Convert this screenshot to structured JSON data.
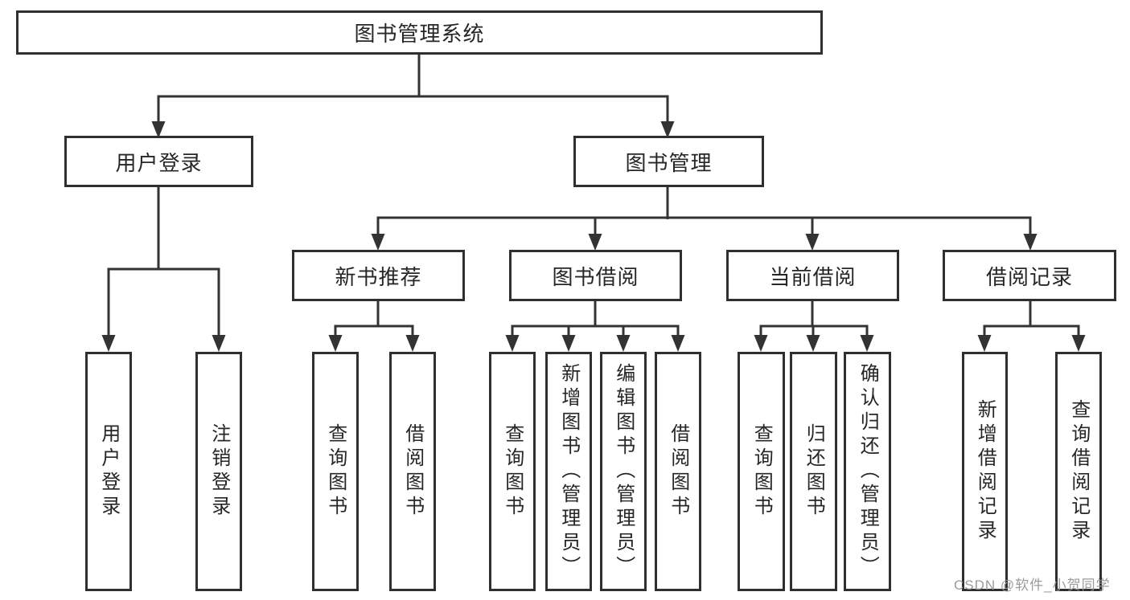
{
  "diagram": {
    "root": {
      "label": "图书管理系统"
    },
    "level2": [
      {
        "label": "用户登录"
      },
      {
        "label": "图书管理"
      }
    ],
    "level3": [
      {
        "label": "新书推荐"
      },
      {
        "label": "图书借阅"
      },
      {
        "label": "当前借阅"
      },
      {
        "label": "借阅记录"
      }
    ],
    "leaves": {
      "user_login": [
        {
          "label": "用户登录"
        },
        {
          "label": "注销登录"
        }
      ],
      "new_book": [
        {
          "label": "查询图书"
        },
        {
          "label": "借阅图书"
        }
      ],
      "book_borrow": [
        {
          "label": "查询图书"
        },
        {
          "label": "新增图书（管理员）"
        },
        {
          "label": "编辑图书（管理员）"
        },
        {
          "label": "借阅图书"
        }
      ],
      "current_borrow": [
        {
          "label": "查询图书"
        },
        {
          "label": "归还图书"
        },
        {
          "label": "确认归还（管理员）"
        }
      ],
      "borrow_record": [
        {
          "label": "新增借阅记录"
        },
        {
          "label": "查询借阅记录"
        }
      ]
    },
    "watermark": "CSDN @软件_小贺同学",
    "colors": {
      "line": "#333333",
      "box_border": "#2f2f2f",
      "text": "#262626",
      "watermark": "#969696",
      "background": "#ffffff"
    }
  }
}
